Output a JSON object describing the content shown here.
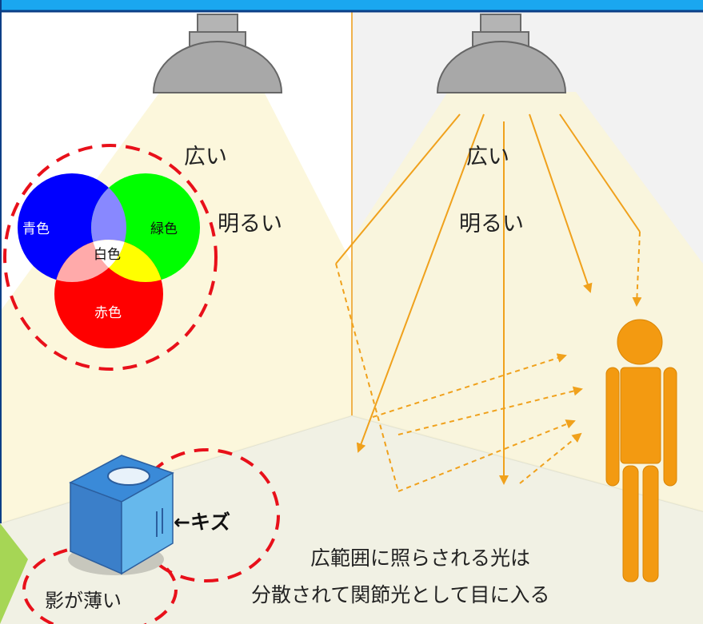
{
  "labels": {
    "left_wide": "広い",
    "left_bright": "明るい",
    "right_wide": "広い",
    "right_bright": "明るい",
    "blue": "青色",
    "green": "緑色",
    "white": "白色",
    "red": "赤色",
    "scratch": "←キズ",
    "shadow_light": "影が薄い",
    "caption_line1": "広範囲に照らされる光は",
    "caption_line2": "分散されて関節光として目に入る"
  },
  "colors": {
    "top_bar": "#1aa7f0",
    "top_bar_border": "#0b3f87",
    "arrow": "#f0a11c",
    "dashed_circle": "#e8101a",
    "lamp": "#a8a8a8",
    "wall_left": "#ffffff",
    "wall_right": "#f2f2f2",
    "floor": "#f1f1e4",
    "person": "#f39a11",
    "box_top": "#3a8ad8",
    "box_front": "#66b8ec",
    "box_side": "#3b7fc9",
    "light_cone": "#fbf6d6",
    "circle_blue": "#0000ff",
    "circle_green": "#00ff00",
    "circle_red": "#ff0000",
    "overlap_cyan": "#8888ff",
    "overlap_yellow": "#ffff00",
    "overlap_pink": "#ffaaaa",
    "left_triangle": "#a6d655"
  }
}
